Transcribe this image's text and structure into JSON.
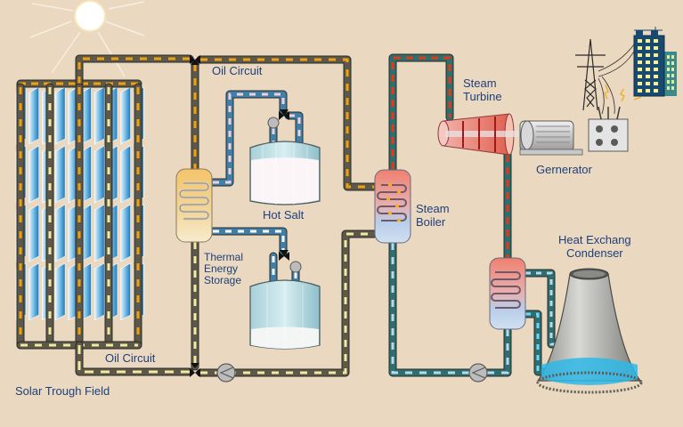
{
  "diagram": {
    "title": "Concentrated Solar Power Plant with Thermal Energy Storage",
    "colors": {
      "background": "#ead9c0",
      "label_text": "#1d3f7a",
      "oil_pipe": "#5c584a",
      "oil_hot_dash": "#f0a010",
      "oil_cold_dash": "#f3e9a0",
      "salt_pipe": "#3f7fa8",
      "salt_dash": "#f2d0dc",
      "steam_pipe": "#2e6e6e",
      "steam_hot_dash": "#e03a1a",
      "water_dash": "#b8d8f0",
      "mirror_blue": "#2a8ac8"
    },
    "labels": {
      "oil_circuit_top": "Oil Circuit",
      "oil_circuit_bottom": "Oil Circuit",
      "hot_salt": "Hot Salt",
      "thermal_storage": [
        "Thermal",
        "Energy",
        "Storage"
      ],
      "steam_turbine": [
        "Steam",
        "Turbine"
      ],
      "generator": "Gernerator",
      "steam_boiler": [
        "Steam",
        "Boiler"
      ],
      "condenser": [
        "Heat Exchang",
        "Condenser"
      ],
      "solar_field": "Solar Trough Field"
    },
    "components": [
      {
        "id": "sun",
        "icon": "sun-icon"
      },
      {
        "id": "solar-trough-field",
        "icon": "parabolic-mirror-icon",
        "count": 12
      },
      {
        "id": "oil-salt-heat-exchanger",
        "icon": "heat-exchanger-icon"
      },
      {
        "id": "hot-salt-tank",
        "icon": "tank-icon"
      },
      {
        "id": "cold-salt-tank",
        "icon": "tank-icon"
      },
      {
        "id": "steam-boiler",
        "icon": "heat-exchanger-icon"
      },
      {
        "id": "steam-turbine",
        "icon": "turbine-icon"
      },
      {
        "id": "generator",
        "icon": "generator-icon"
      },
      {
        "id": "transformer",
        "icon": "transformer-icon"
      },
      {
        "id": "power-pylon",
        "icon": "pylon-icon"
      },
      {
        "id": "city-buildings",
        "icon": "building-icon"
      },
      {
        "id": "condenser-exchanger",
        "icon": "heat-exchanger-icon"
      },
      {
        "id": "cooling-tower",
        "icon": "cooling-tower-icon"
      },
      {
        "id": "oil-pump",
        "icon": "pump-icon"
      },
      {
        "id": "water-pump",
        "icon": "pump-icon"
      }
    ]
  }
}
